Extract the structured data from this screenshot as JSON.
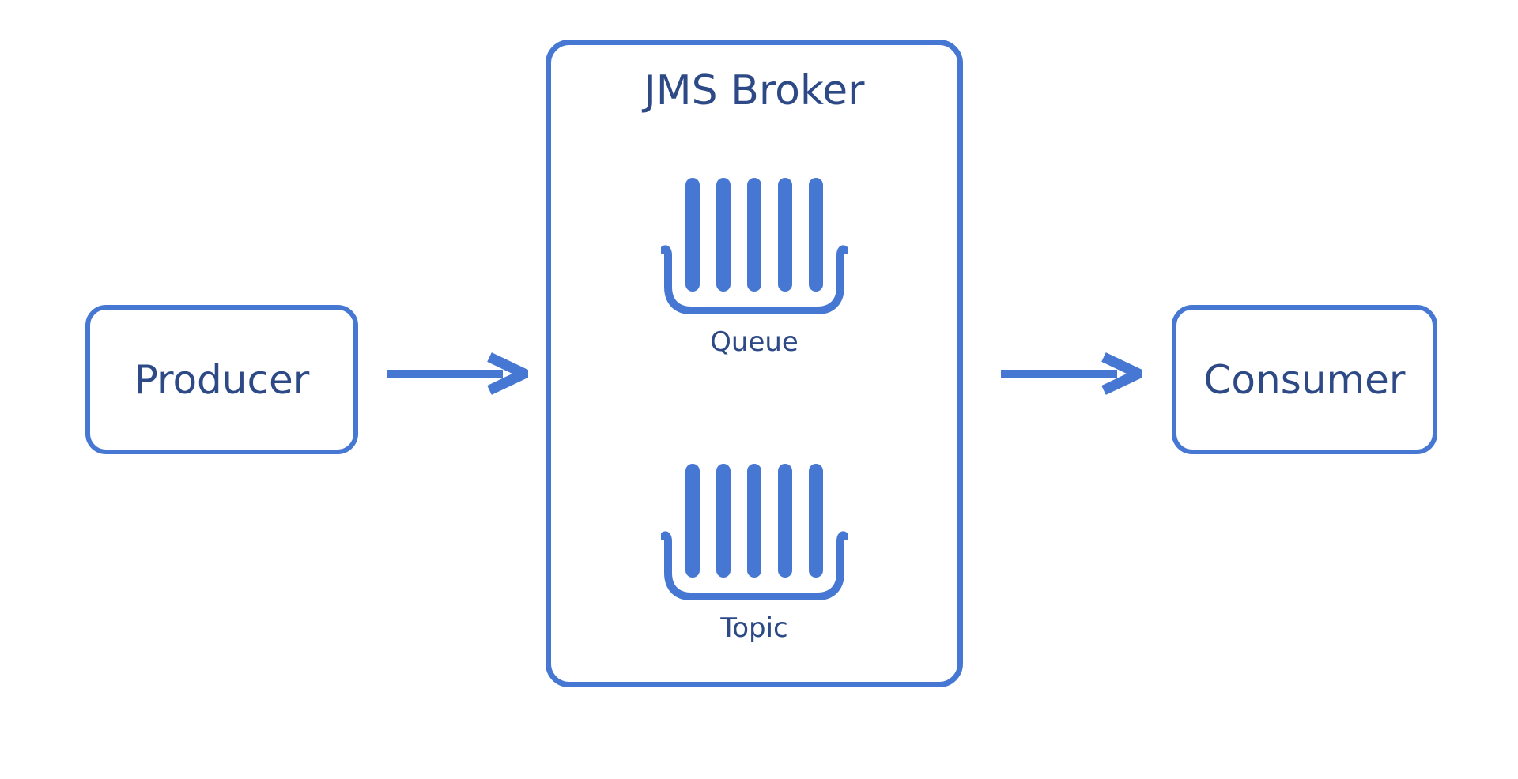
{
  "colors": {
    "accent": "#4677D2",
    "text": "#2D4A86",
    "background": "#FFFFFF"
  },
  "nodes": {
    "producer": {
      "label": "Producer"
    },
    "broker": {
      "title": "JMS Broker",
      "destinations": [
        {
          "label": "Queue"
        },
        {
          "label": "Topic"
        }
      ]
    },
    "consumer": {
      "label": "Consumer"
    }
  },
  "edges": [
    {
      "from": "Producer",
      "to": "JMS Broker"
    },
    {
      "from": "JMS Broker",
      "to": "Consumer"
    }
  ]
}
